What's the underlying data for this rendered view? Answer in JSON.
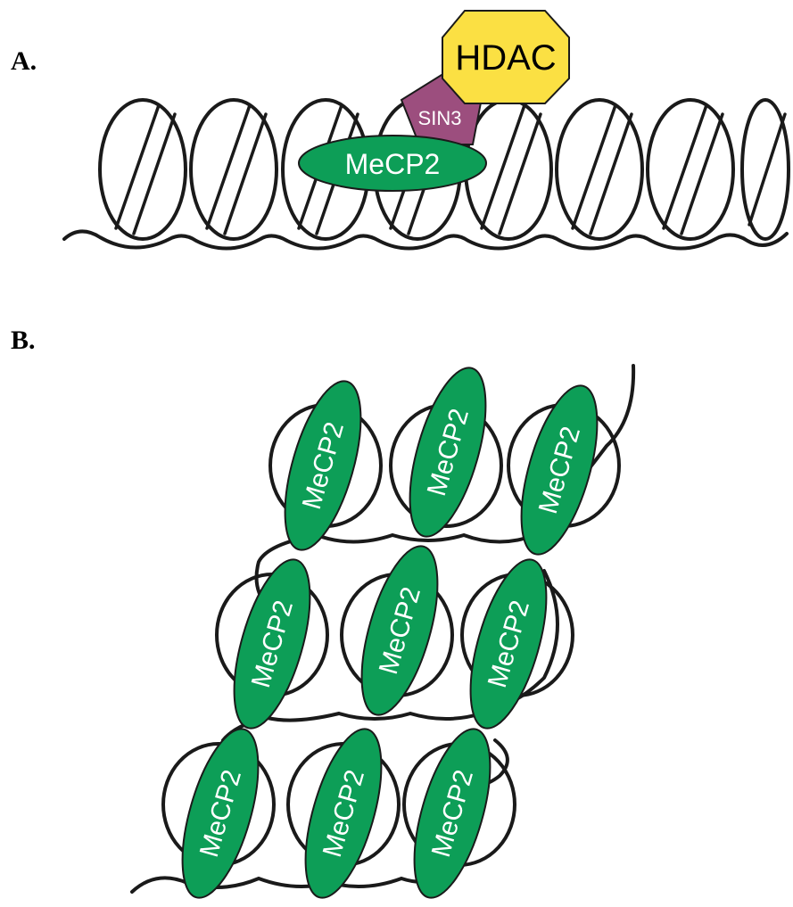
{
  "panels": {
    "a_label": "A.",
    "b_label": "B."
  },
  "proteins": {
    "mecp2": "MeCP2",
    "sin3": "SIN3",
    "hdac": "HDAC"
  },
  "colors": {
    "mecp2_fill": "#0d9e57",
    "sin3_fill": "#9c4e7e",
    "hdac_fill": "#fbe043",
    "outline": "#1a1a1a"
  }
}
